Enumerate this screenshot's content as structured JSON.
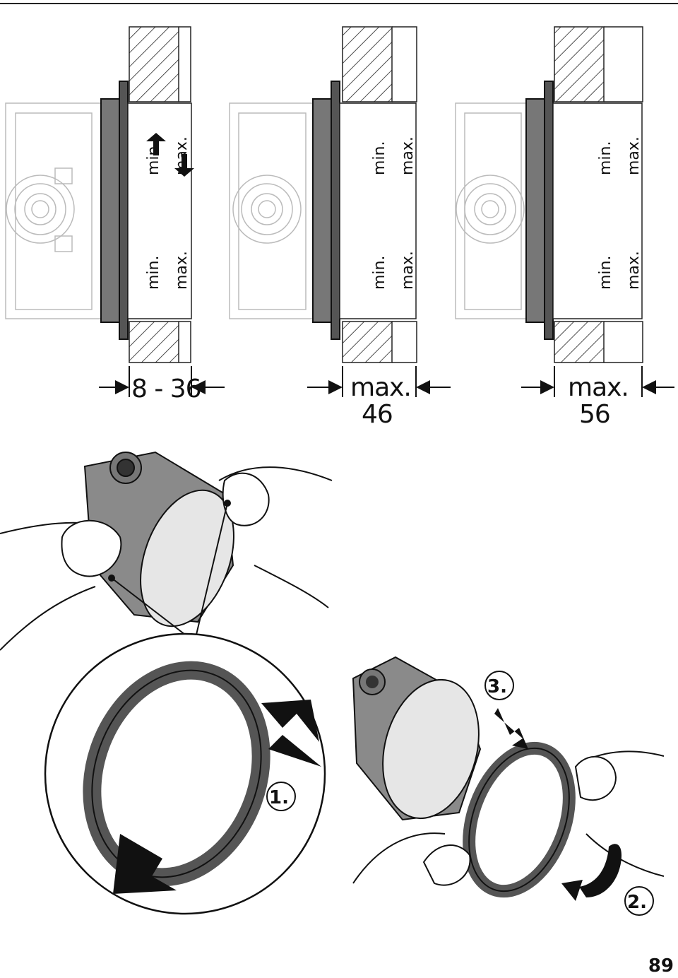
{
  "panels": [
    {
      "id": "panel-1",
      "labels": {
        "min_top": "min.",
        "max_top": "max.",
        "min_bottom": "min.",
        "max_bottom": "max."
      },
      "dimension": {
        "line1": "8 - 36",
        "line2": ""
      }
    },
    {
      "id": "panel-2",
      "labels": {
        "min_top": "min.",
        "max_top": "max.",
        "min_bottom": "min.",
        "max_bottom": "max."
      },
      "dimension": {
        "line1": "max.",
        "line2": "46"
      }
    },
    {
      "id": "panel-3",
      "labels": {
        "min_top": "min.",
        "max_top": "max.",
        "min_bottom": "min.",
        "max_bottom": "max."
      },
      "dimension": {
        "line1": "max.",
        "line2": "56"
      }
    }
  ],
  "steps": {
    "step1": "1.",
    "step2": "2.",
    "step3": "3."
  },
  "page_number": "89"
}
